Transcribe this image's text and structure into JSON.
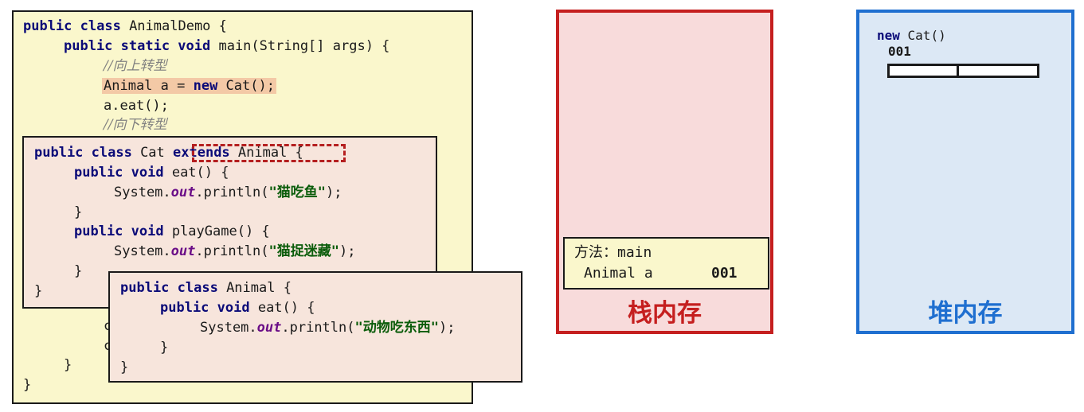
{
  "demo": {
    "l1": {
      "kw": "public class",
      "rest": " AnimalDemo {"
    },
    "l2": {
      "kw1": "public static void",
      "rest": " main(String[] args) {"
    },
    "l3": "//向上转型",
    "l4": {
      "a": "Animal a = ",
      "kw": "new",
      "b": " Cat();"
    },
    "l5": "a.eat();",
    "l6": "//向下转型",
    "l7": "c",
    "l8": "c",
    "l9": "}",
    "l10": "}"
  },
  "cat": {
    "l1": {
      "kw": "public class",
      "name": " Cat ",
      "ext": "extends",
      "rest": " Animal {"
    },
    "l2": {
      "kw": "public void",
      "rest": " eat() {"
    },
    "l3": {
      "a": "System.",
      "out": "out",
      "b": ".println(",
      "str": "\"猫吃鱼\"",
      "c": ");"
    },
    "l4": "}",
    "l5": {
      "kw": "public void",
      "rest": " playGame() {"
    },
    "l6": {
      "a": "System.",
      "out": "out",
      "b": ".println(",
      "str": "\"猫捉迷藏\"",
      "c": ");"
    },
    "l7": "}",
    "l8": "}"
  },
  "animal": {
    "l1": {
      "kw": "public class",
      "rest": " Animal {"
    },
    "l2": {
      "kw": "public void",
      "rest": " eat() {"
    },
    "l3": {
      "a": "System.",
      "out": "out",
      "b": ".println(",
      "str": "\"动物吃东西\"",
      "c": ");"
    },
    "l4": "}",
    "l5": "}"
  },
  "stack": {
    "title": "栈内存",
    "frame_method": "方法：main",
    "frame_var": "Animal a",
    "frame_val": "001"
  },
  "heap": {
    "title": "堆内存",
    "obj_kw": "new",
    "obj_label": " Cat()",
    "obj_addr": "001"
  },
  "colors": {
    "stack_border": "#c51f1f",
    "heap_border": "#1f6fd0",
    "keyword": "#0a0a78",
    "string": "#0a5c0a"
  }
}
